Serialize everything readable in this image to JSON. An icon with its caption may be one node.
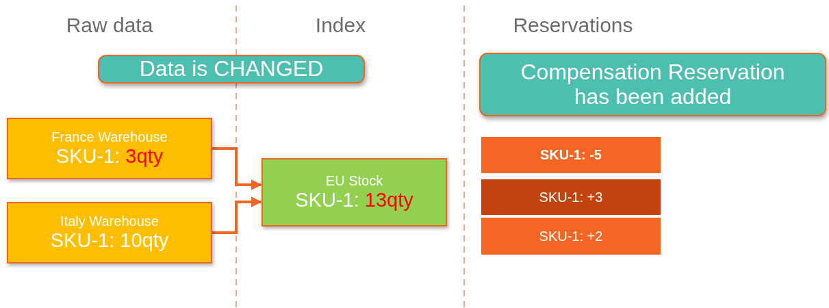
{
  "diagram": {
    "nodes": [
      {
        "text": [
          "Data is CHANGED"
        ]
      },
      {
        "text": [
          "Compensation Reservation has been added"
        ]
      },
      {
        "text": [
          "France Warehouse",
          "SKU-1:",
          "3qty"
        ]
      },
      {
        "text": [
          "Italy Warehouse",
          "SKU-1: 10qty"
        ]
      },
      {
        "text": [
          "EU Stock",
          "SKU-1:",
          "13qty"
        ]
      },
      {
        "text": [
          "SKU-1: -5"
        ]
      },
      {
        "text": [
          "SKU-1: +3"
        ]
      },
      {
        "text": [
          "SKU-1: +2"
        ]
      }
    ],
    "edges": [
      {
        "from": 2,
        "to": 4,
        "arrow": "to"
      },
      {
        "from": 3,
        "to": 4,
        "arrow": "to"
      }
    ],
    "labels": [
      "Raw data",
      "Index",
      "Reservations"
    ]
  }
}
